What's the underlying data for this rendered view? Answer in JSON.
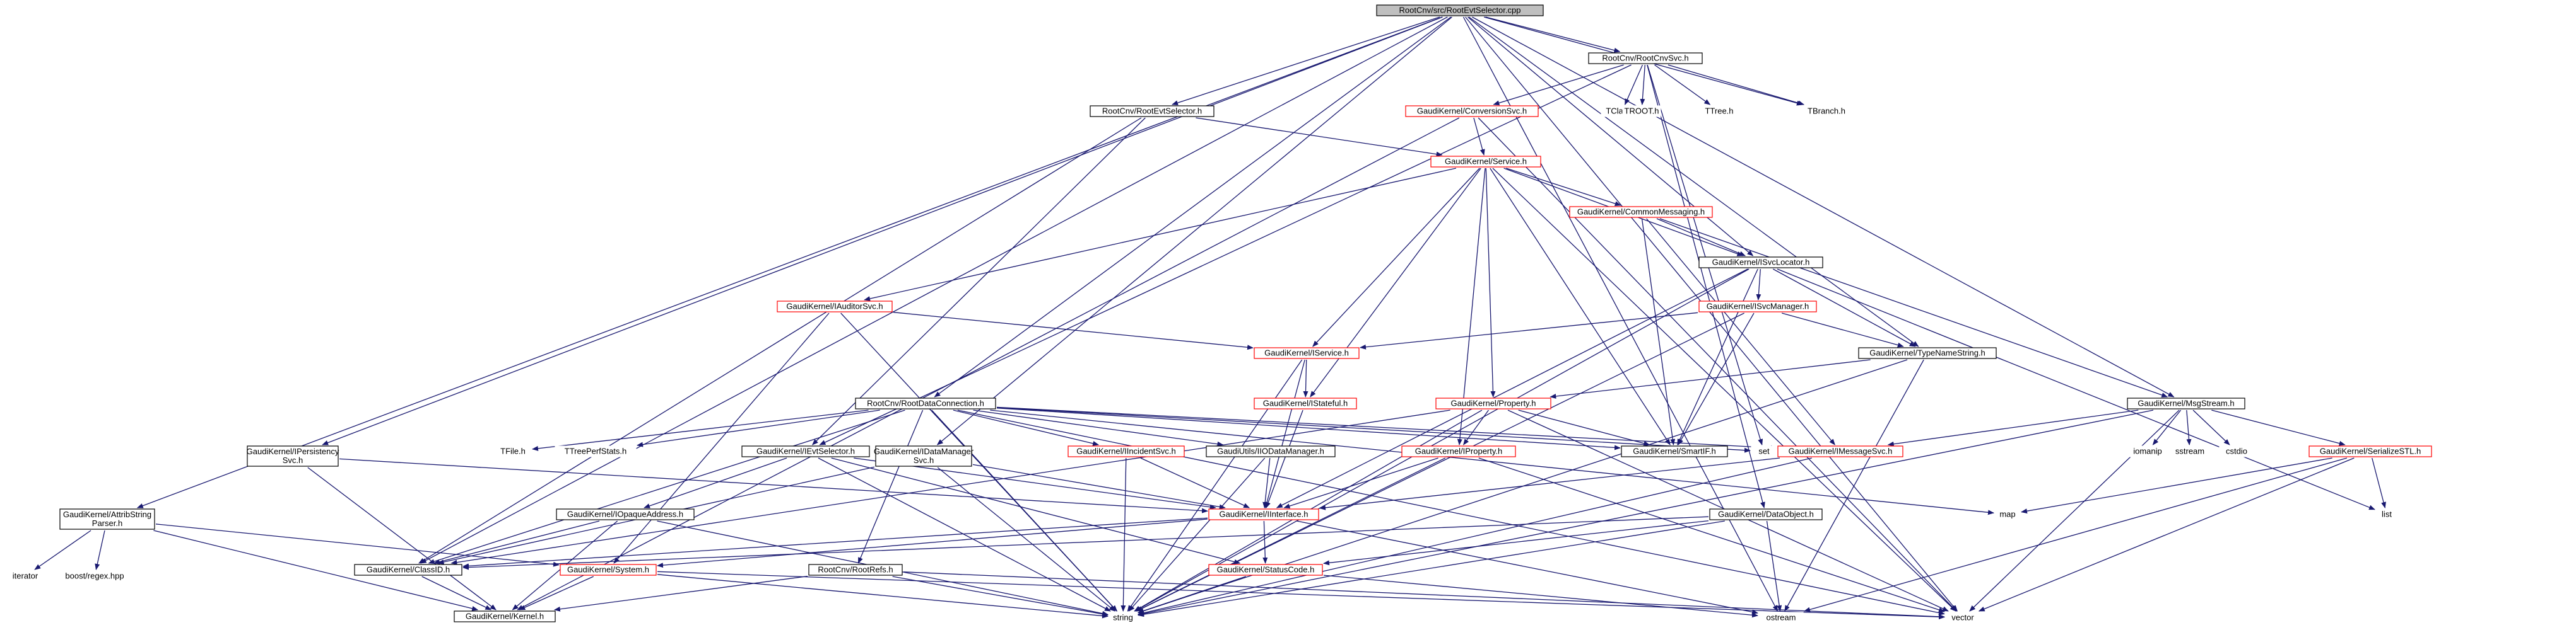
{
  "colors": {
    "edge": "#191970",
    "root_fill": "#bfbfbf",
    "root_border": "#000000",
    "node_border": "#000000",
    "node_border_incomplete": "#ff0000",
    "external_border": "#ffffff",
    "background": "#ffffff"
  },
  "nodes": [
    {
      "id": "root",
      "lines": [
        "RootCnv/src/RootEvtSelector.cpp"
      ],
      "kind": "root"
    },
    {
      "id": "rootcnvsvc",
      "lines": [
        "RootCnv/RootCnvSvc.h"
      ],
      "kind": "normal"
    },
    {
      "id": "rootevtsel",
      "lines": [
        "RootCnv/RootEvtSelector.h"
      ],
      "kind": "normal"
    },
    {
      "id": "conversionsvc",
      "lines": [
        "GaudiKernel/ConversionSvc.h"
      ],
      "kind": "incomplete"
    },
    {
      "id": "tclass",
      "lines": [
        "TClass.h"
      ],
      "kind": "external"
    },
    {
      "id": "troot",
      "lines": [
        "TROOT.h"
      ],
      "kind": "external"
    },
    {
      "id": "ttree",
      "lines": [
        "TTree.h"
      ],
      "kind": "external"
    },
    {
      "id": "tbranch",
      "lines": [
        "TBranch.h"
      ],
      "kind": "external"
    },
    {
      "id": "service",
      "lines": [
        "GaudiKernel/Service.h"
      ],
      "kind": "incomplete"
    },
    {
      "id": "commonmsg",
      "lines": [
        "GaudiKernel/CommonMessaging.h"
      ],
      "kind": "incomplete"
    },
    {
      "id": "isvclocator",
      "lines": [
        "GaudiKernel/ISvcLocator.h"
      ],
      "kind": "normal"
    },
    {
      "id": "iauditorsvc",
      "lines": [
        "GaudiKernel/IAuditorSvc.h"
      ],
      "kind": "incomplete"
    },
    {
      "id": "isvcmanager",
      "lines": [
        "GaudiKernel/ISvcManager.h"
      ],
      "kind": "incomplete"
    },
    {
      "id": "iservice",
      "lines": [
        "GaudiKernel/IService.h"
      ],
      "kind": "incomplete"
    },
    {
      "id": "typenamestring",
      "lines": [
        "GaudiKernel/TypeNameString.h"
      ],
      "kind": "normal"
    },
    {
      "id": "istateful",
      "lines": [
        "GaudiKernel/IStateful.h"
      ],
      "kind": "incomplete"
    },
    {
      "id": "property",
      "lines": [
        "GaudiKernel/Property.h"
      ],
      "kind": "incomplete"
    },
    {
      "id": "rootdataconn",
      "lines": [
        "RootCnv/RootDataConnection.h"
      ],
      "kind": "normal"
    },
    {
      "id": "msgstream",
      "lines": [
        "GaudiKernel/MsgStream.h"
      ],
      "kind": "normal"
    },
    {
      "id": "ipersistency",
      "lines": [
        "GaudiKernel/IPersistency",
        "Svc.h"
      ],
      "kind": "normal"
    },
    {
      "id": "tfile",
      "lines": [
        "TFile.h"
      ],
      "kind": "external"
    },
    {
      "id": "ttreeperf",
      "lines": [
        "TTreePerfStats.h"
      ],
      "kind": "external"
    },
    {
      "id": "ievtselector",
      "lines": [
        "GaudiKernel/IEvtSelector.h"
      ],
      "kind": "normal"
    },
    {
      "id": "idatamanager",
      "lines": [
        "GaudiKernel/IDataManager",
        "Svc.h"
      ],
      "kind": "normal"
    },
    {
      "id": "iincidentsvc",
      "lines": [
        "GaudiKernel/IIncidentSvc.h"
      ],
      "kind": "incomplete"
    },
    {
      "id": "iiodatamanager",
      "lines": [
        "GaudiUtils/IIODataManager.h"
      ],
      "kind": "normal"
    },
    {
      "id": "iproperty",
      "lines": [
        "GaudiKernel/IProperty.h"
      ],
      "kind": "incomplete"
    },
    {
      "id": "smartif",
      "lines": [
        "GaudiKernel/SmartIF.h"
      ],
      "kind": "normal"
    },
    {
      "id": "set",
      "lines": [
        "set"
      ],
      "kind": "external"
    },
    {
      "id": "imessagesvc",
      "lines": [
        "GaudiKernel/IMessageSvc.h"
      ],
      "kind": "incomplete"
    },
    {
      "id": "iomanip",
      "lines": [
        "iomanip"
      ],
      "kind": "external"
    },
    {
      "id": "sstream",
      "lines": [
        "sstream"
      ],
      "kind": "external"
    },
    {
      "id": "cstdio",
      "lines": [
        "cstdio"
      ],
      "kind": "external"
    },
    {
      "id": "serializestl",
      "lines": [
        "GaudiKernel/SerializeSTL.h"
      ],
      "kind": "incomplete"
    },
    {
      "id": "attribstring",
      "lines": [
        "GaudiKernel/AttribString",
        "Parser.h"
      ],
      "kind": "normal"
    },
    {
      "id": "iopaque",
      "lines": [
        "GaudiKernel/IOpaqueAddress.h"
      ],
      "kind": "normal"
    },
    {
      "id": "iinterface",
      "lines": [
        "GaudiKernel/IInterface.h"
      ],
      "kind": "incomplete"
    },
    {
      "id": "dataobject",
      "lines": [
        "GaudiKernel/DataObject.h"
      ],
      "kind": "normal"
    },
    {
      "id": "map",
      "lines": [
        "map"
      ],
      "kind": "external"
    },
    {
      "id": "list",
      "lines": [
        "list"
      ],
      "kind": "external"
    },
    {
      "id": "iterator",
      "lines": [
        "iterator"
      ],
      "kind": "external"
    },
    {
      "id": "boostregex",
      "lines": [
        "boost/regex.hpp"
      ],
      "kind": "external"
    },
    {
      "id": "classid",
      "lines": [
        "GaudiKernel/ClassID.h"
      ],
      "kind": "normal"
    },
    {
      "id": "system",
      "lines": [
        "GaudiKernel/System.h"
      ],
      "kind": "incomplete"
    },
    {
      "id": "rootrefs",
      "lines": [
        "RootCnv/RootRefs.h"
      ],
      "kind": "normal"
    },
    {
      "id": "statuscode",
      "lines": [
        "GaudiKernel/StatusCode.h"
      ],
      "kind": "incomplete"
    },
    {
      "id": "kernel",
      "lines": [
        "GaudiKernel/Kernel.h"
      ],
      "kind": "normal"
    },
    {
      "id": "string",
      "lines": [
        "string"
      ],
      "kind": "external"
    },
    {
      "id": "ostream",
      "lines": [
        "ostream"
      ],
      "kind": "external"
    },
    {
      "id": "vector",
      "lines": [
        "vector"
      ],
      "kind": "external"
    }
  ],
  "edges": [
    [
      "root",
      "rootcnvsvc"
    ],
    [
      "root",
      "rootevtsel"
    ],
    [
      "root",
      "rootdataconn"
    ],
    [
      "root",
      "isvclocator"
    ],
    [
      "root",
      "tbranch"
    ],
    [
      "root",
      "typenamestring"
    ],
    [
      "root",
      "msgstream"
    ],
    [
      "root",
      "ipersistency"
    ],
    [
      "root",
      "attribstring"
    ],
    [
      "root",
      "classid"
    ],
    [
      "root",
      "ostream"
    ],
    [
      "root",
      "vector"
    ],
    [
      "root",
      "idatamanager"
    ],
    [
      "rootcnvsvc",
      "conversionsvc"
    ],
    [
      "rootcnvsvc",
      "tclass"
    ],
    [
      "rootcnvsvc",
      "troot"
    ],
    [
      "rootcnvsvc",
      "ttree"
    ],
    [
      "rootcnvsvc",
      "tbranch"
    ],
    [
      "rootcnvsvc",
      "set"
    ],
    [
      "rootcnvsvc",
      "dataobject"
    ],
    [
      "rootcnvsvc",
      "ievtselector"
    ],
    [
      "rootevtsel",
      "service"
    ],
    [
      "rootevtsel",
      "ievtselector"
    ],
    [
      "rootevtsel",
      "classid"
    ],
    [
      "conversionsvc",
      "service"
    ],
    [
      "conversionsvc",
      "kernel"
    ],
    [
      "conversionsvc",
      "vector"
    ],
    [
      "service",
      "commonmsg"
    ],
    [
      "service",
      "isvclocator"
    ],
    [
      "service",
      "iauditorsvc"
    ],
    [
      "service",
      "iservice"
    ],
    [
      "service",
      "istateful"
    ],
    [
      "service",
      "property"
    ],
    [
      "service",
      "iproperty"
    ],
    [
      "service",
      "smartif"
    ],
    [
      "service",
      "vector"
    ],
    [
      "commonmsg",
      "isvclocator"
    ],
    [
      "commonmsg",
      "msgstream"
    ],
    [
      "commonmsg",
      "imessagesvc"
    ],
    [
      "commonmsg",
      "smartif"
    ],
    [
      "isvclocator",
      "isvcmanager"
    ],
    [
      "isvclocator",
      "typenamestring"
    ],
    [
      "isvclocator",
      "smartif"
    ],
    [
      "isvclocator",
      "iinterface"
    ],
    [
      "isvclocator",
      "string"
    ],
    [
      "isvclocator",
      "list"
    ],
    [
      "isvcmanager",
      "iservice"
    ],
    [
      "isvcmanager",
      "typenamestring"
    ],
    [
      "isvcmanager",
      "smartif"
    ],
    [
      "isvcmanager",
      "string"
    ],
    [
      "typenamestring",
      "property"
    ],
    [
      "typenamestring",
      "string"
    ],
    [
      "typenamestring",
      "ostream"
    ],
    [
      "iauditorsvc",
      "iservice"
    ],
    [
      "iauditorsvc",
      "string"
    ],
    [
      "iauditorsvc",
      "system"
    ],
    [
      "iservice",
      "istateful"
    ],
    [
      "iservice",
      "iinterface"
    ],
    [
      "iservice",
      "string"
    ],
    [
      "istateful",
      "iinterface"
    ],
    [
      "property",
      "iproperty"
    ],
    [
      "property",
      "smartif"
    ],
    [
      "property",
      "string"
    ],
    [
      "property",
      "vector"
    ],
    [
      "property",
      "classid"
    ],
    [
      "iproperty",
      "iinterface"
    ],
    [
      "iproperty",
      "string"
    ],
    [
      "iproperty",
      "vector"
    ],
    [
      "rootdataconn",
      "tfile"
    ],
    [
      "rootdataconn",
      "ttreeperf"
    ],
    [
      "rootdataconn",
      "iiodatamanager"
    ],
    [
      "rootdataconn",
      "iincidentsvc"
    ],
    [
      "rootdataconn",
      "smartif"
    ],
    [
      "rootdataconn",
      "set"
    ],
    [
      "rootdataconn",
      "map"
    ],
    [
      "rootdataconn",
      "vector"
    ],
    [
      "rootdataconn",
      "classid"
    ],
    [
      "rootdataconn",
      "rootrefs"
    ],
    [
      "rootdataconn",
      "string"
    ],
    [
      "rootdataconn",
      "imessagesvc"
    ],
    [
      "msgstream",
      "imessagesvc"
    ],
    [
      "msgstream",
      "serializestl"
    ],
    [
      "msgstream",
      "iomanip"
    ],
    [
      "msgstream",
      "sstream"
    ],
    [
      "msgstream",
      "cstdio"
    ],
    [
      "msgstream",
      "string"
    ],
    [
      "msgstream",
      "vector"
    ],
    [
      "serializestl",
      "map"
    ],
    [
      "serializestl",
      "list"
    ],
    [
      "serializestl",
      "ostream"
    ],
    [
      "serializestl",
      "vector"
    ],
    [
      "ipersistency",
      "iinterface"
    ],
    [
      "ipersistency",
      "kernel"
    ],
    [
      "ievtselector",
      "iopaque"
    ],
    [
      "ievtselector",
      "iinterface"
    ],
    [
      "ievtselector",
      "statuscode"
    ],
    [
      "ievtselector",
      "string"
    ],
    [
      "idatamanager",
      "iinterface"
    ],
    [
      "idatamanager",
      "string"
    ],
    [
      "idatamanager",
      "classid"
    ],
    [
      "iincidentsvc",
      "iinterface"
    ],
    [
      "iincidentsvc",
      "string"
    ],
    [
      "iiodatamanager",
      "iinterface"
    ],
    [
      "iiodatamanager",
      "string"
    ],
    [
      "imessagesvc",
      "iinterface"
    ],
    [
      "imessagesvc",
      "string"
    ],
    [
      "attribstring",
      "system"
    ],
    [
      "attribstring",
      "iterator"
    ],
    [
      "attribstring",
      "boostregex"
    ],
    [
      "attribstring",
      "kernel"
    ],
    [
      "iopaque",
      "classid"
    ],
    [
      "iopaque",
      "kernel"
    ],
    [
      "iopaque",
      "string"
    ],
    [
      "iinterface",
      "system"
    ],
    [
      "iinterface",
      "statuscode"
    ],
    [
      "iinterface",
      "classid"
    ],
    [
      "iinterface",
      "ostream"
    ],
    [
      "dataobject",
      "classid"
    ],
    [
      "dataobject",
      "statuscode"
    ],
    [
      "dataobject",
      "string"
    ],
    [
      "dataobject",
      "ostream"
    ],
    [
      "classid",
      "kernel"
    ],
    [
      "system",
      "kernel"
    ],
    [
      "system",
      "string"
    ],
    [
      "system",
      "vector"
    ],
    [
      "rootrefs",
      "kernel"
    ],
    [
      "rootrefs",
      "string"
    ],
    [
      "rootrefs",
      "vector"
    ],
    [
      "statuscode",
      "string"
    ],
    [
      "statuscode",
      "ostream"
    ]
  ]
}
